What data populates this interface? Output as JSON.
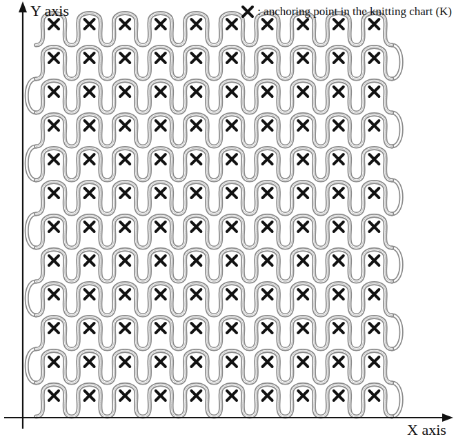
{
  "diagram": {
    "labels": [
      "Y axis",
      "X axis"
    ],
    "legend": [
      {
        "text": ": anchoring point in the knitting chart (K)"
      }
    ]
  }
}
